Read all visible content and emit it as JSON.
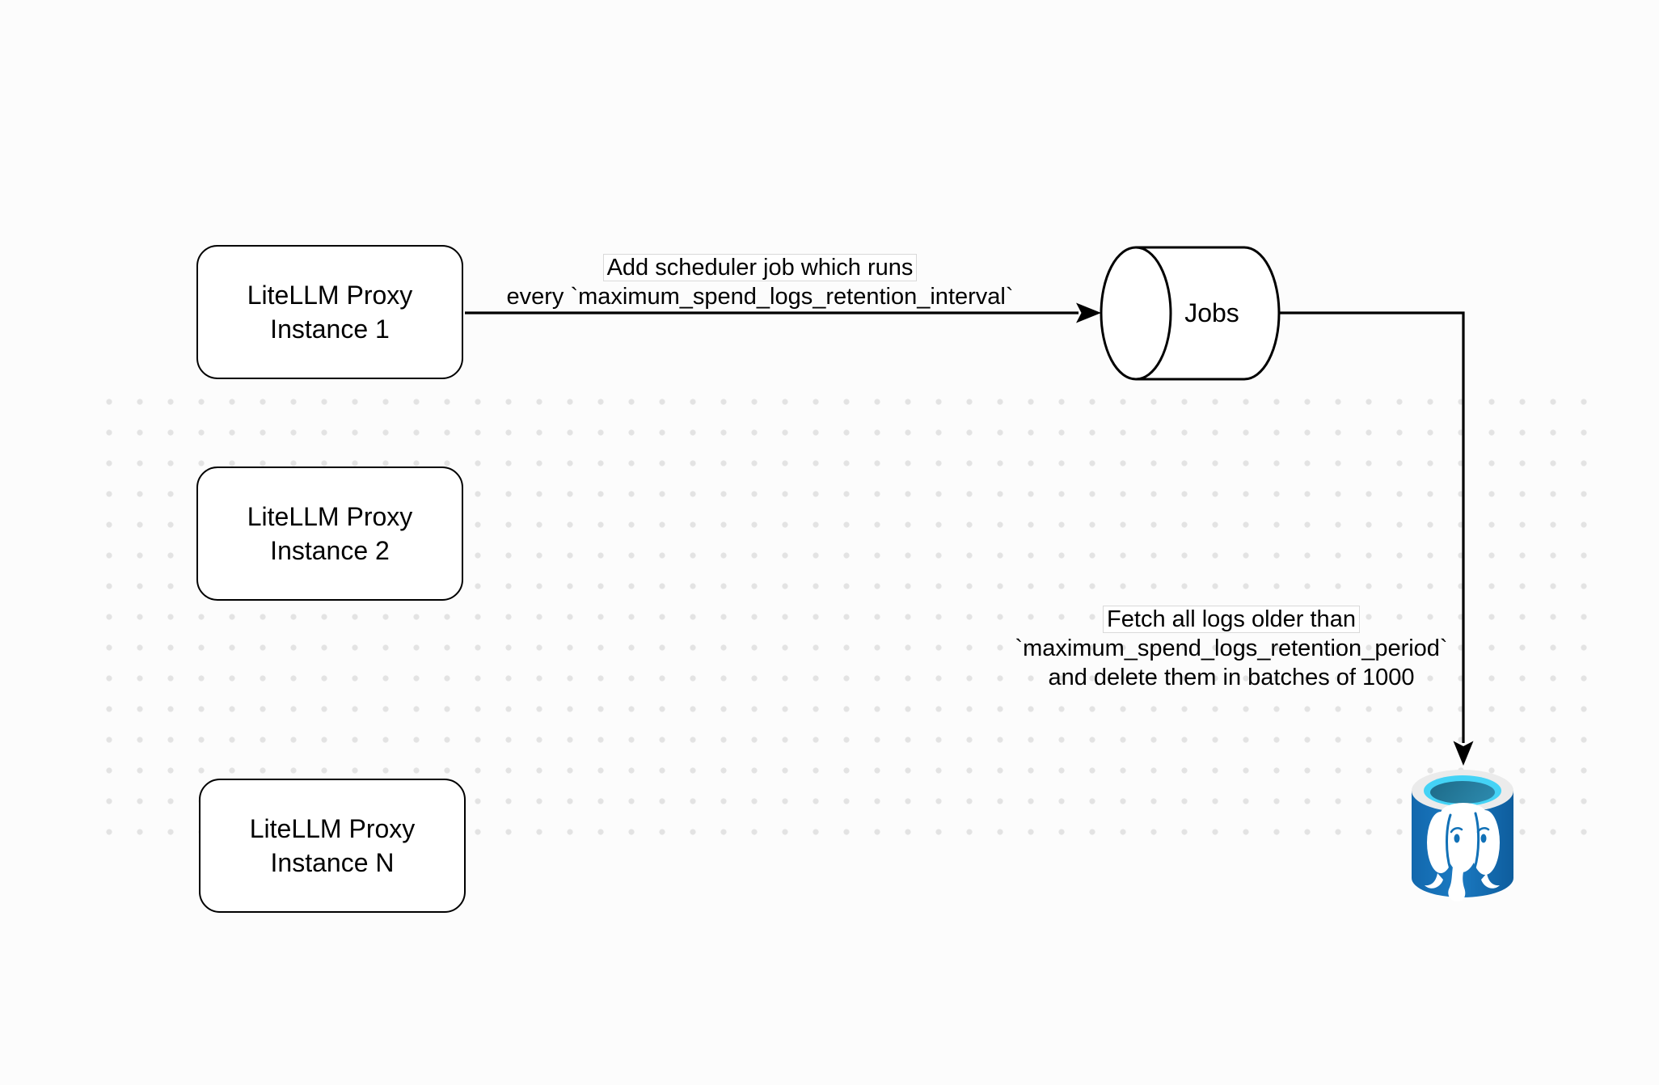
{
  "nodes": {
    "instance1": {
      "lines": [
        "LiteLLM Proxy",
        "Instance 1"
      ]
    },
    "instance2": {
      "lines": [
        "LiteLLM Proxy",
        "Instance 2"
      ]
    },
    "instanceN": {
      "lines": [
        "LiteLLM Proxy",
        "Instance N"
      ]
    },
    "jobs": {
      "label": "Jobs"
    },
    "postgres": {
      "name": "postgresql-database"
    }
  },
  "edges": {
    "scheduler_job": {
      "lines": [
        "Add scheduler job which runs",
        "every `maximum_spend_logs_retention_interval`"
      ]
    },
    "fetch_delete": {
      "lines": [
        "Fetch all logs older than",
        "`maximum_spend_logs_retention_period`",
        "and delete them in batches of 1000"
      ]
    }
  },
  "colors": {
    "canvas_bg": "#fcfcfc",
    "grid_dot": "#e3e3e3",
    "shape_fill": "#ffffff",
    "shape_stroke": "#000000",
    "label_text": "#000000",
    "postgres_body_blue": "#1b7ac2",
    "postgres_body_blue_dark": "#0e5d9d",
    "postgres_rim_gray": "#ebebeb",
    "postgres_ring_cyan": "#44d3f6",
    "postgres_inner_teal": "#2b86a9",
    "postgres_elephant": "#ffffff"
  }
}
